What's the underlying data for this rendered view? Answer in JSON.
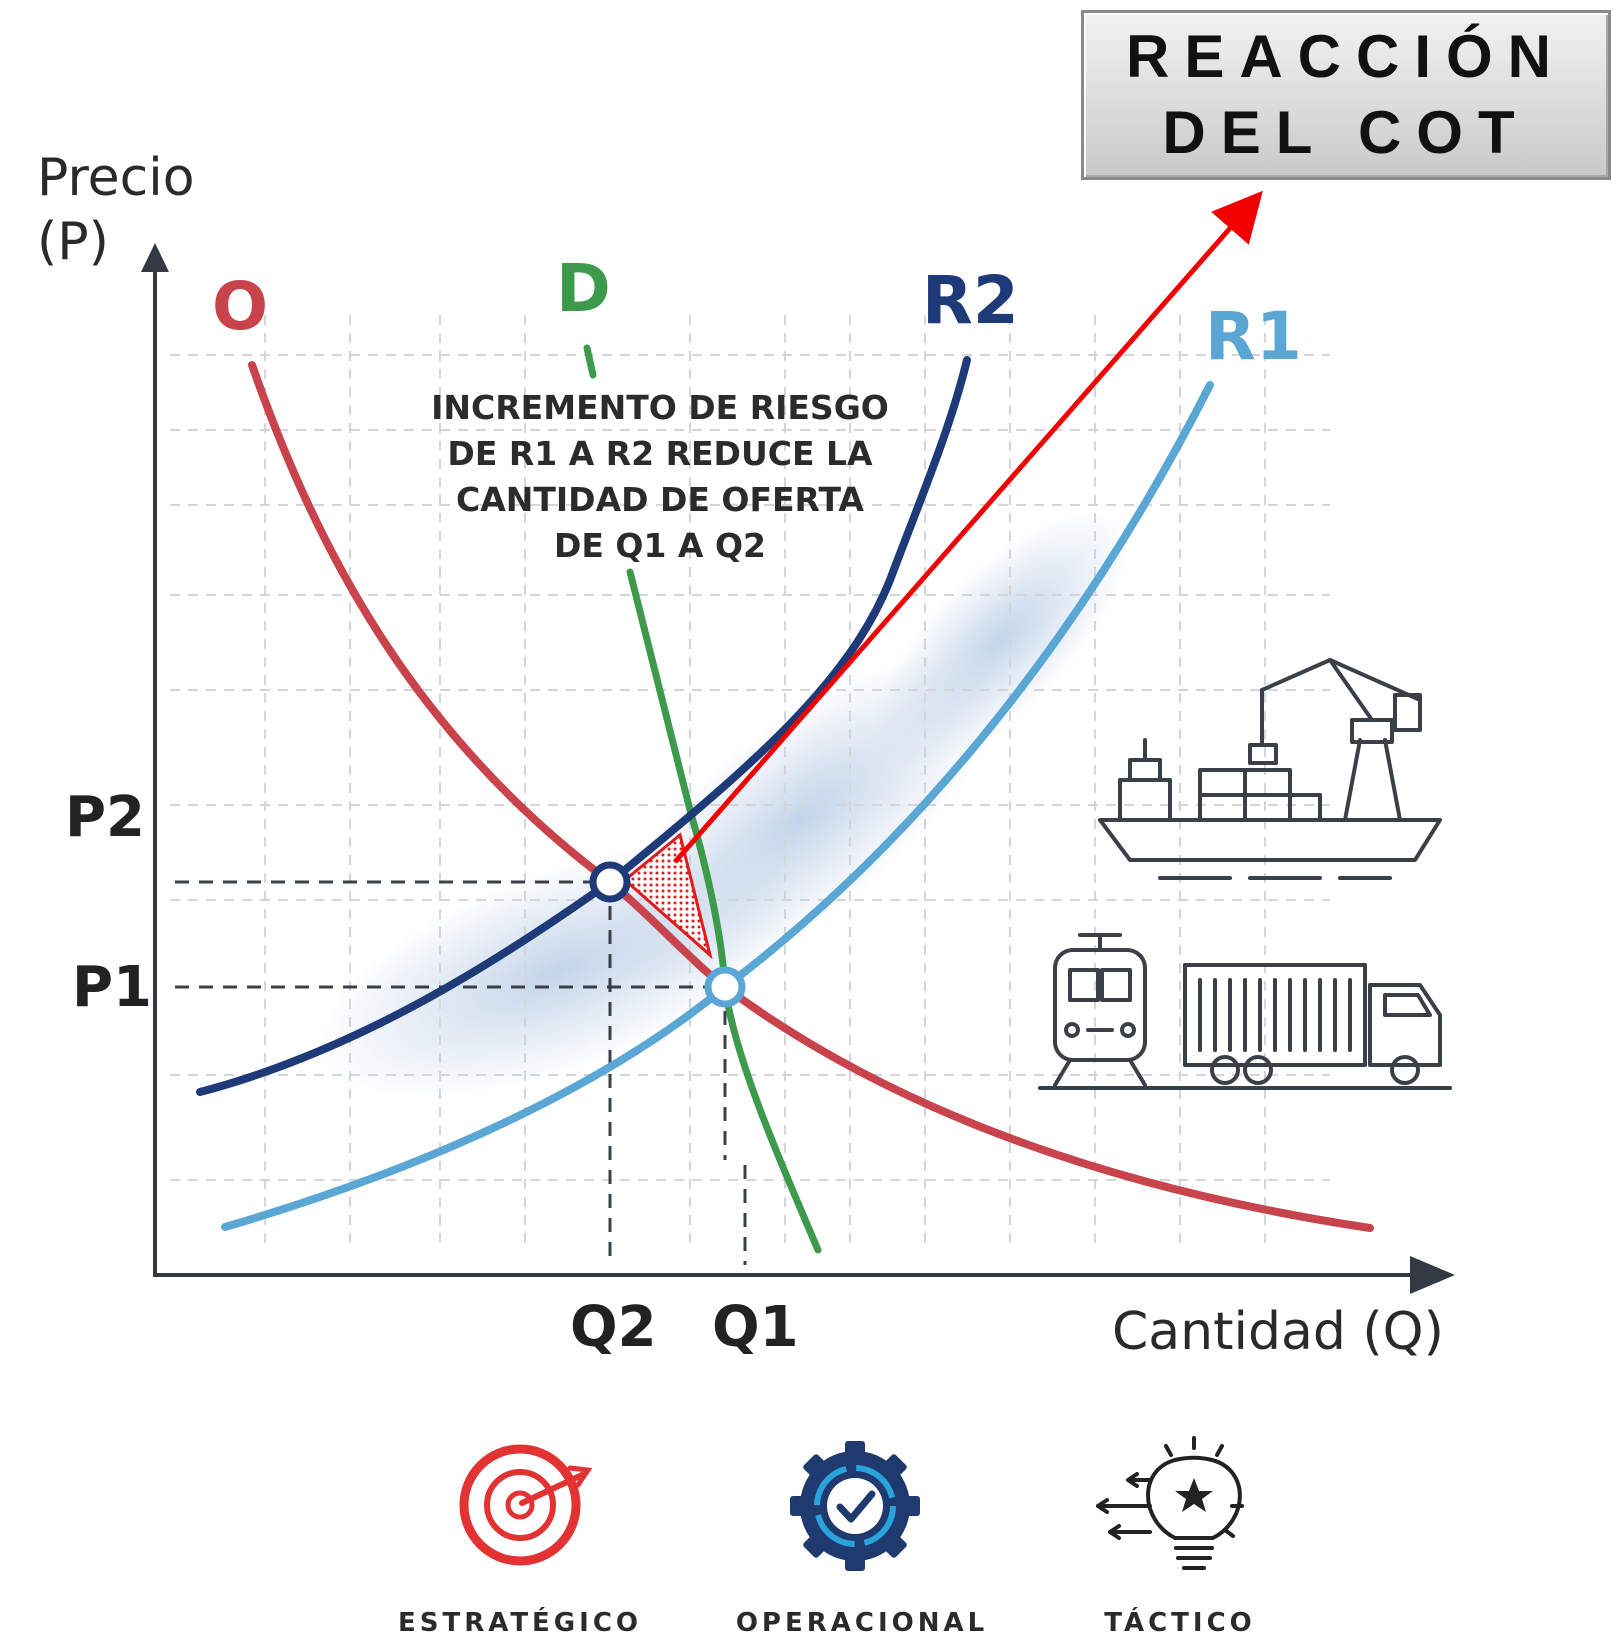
{
  "title": {
    "line1": "REACCIÓN",
    "line2": "DEL COT"
  },
  "axes": {
    "y_label_line1": "Precio",
    "y_label_line2": "(P)",
    "x_label": "Cantidad (Q)"
  },
  "ticks": {
    "p2": "P2",
    "p1": "P1",
    "q2": "Q2",
    "q1": "Q1"
  },
  "curves": {
    "o": "O",
    "d": "D",
    "r2": "R2",
    "r1": "R1"
  },
  "annotation_lines": [
    "INCREMENTO DE RIESGO",
    "DE R1 A R2 REDUCE LA",
    "CANTIDAD DE OFERTA",
    "DE Q1 A Q2"
  ],
  "categories": {
    "strategic": "ESTRATÉGICO",
    "operational": "OPERACIONAL",
    "tactical": "TÁCTICO"
  },
  "colors": {
    "o_curve": "#c8434b",
    "d_curve": "#3d9a4b",
    "r2_curve": "#1e3a78",
    "r1_curve": "#5aa7d6",
    "arrow": "#f20000",
    "axis": "#333a44",
    "strategic_icon": "#e23232",
    "operational_icon": "#1e3a6e",
    "operational_accent": "#2aa3dc"
  },
  "icons": {
    "ship_crane": "container-ship-crane-icon",
    "train": "train-icon",
    "truck": "container-truck-icon",
    "strategic": "target-arrow-icon",
    "operational": "gear-check-icon",
    "tactical": "lightbulb-star-icon"
  }
}
